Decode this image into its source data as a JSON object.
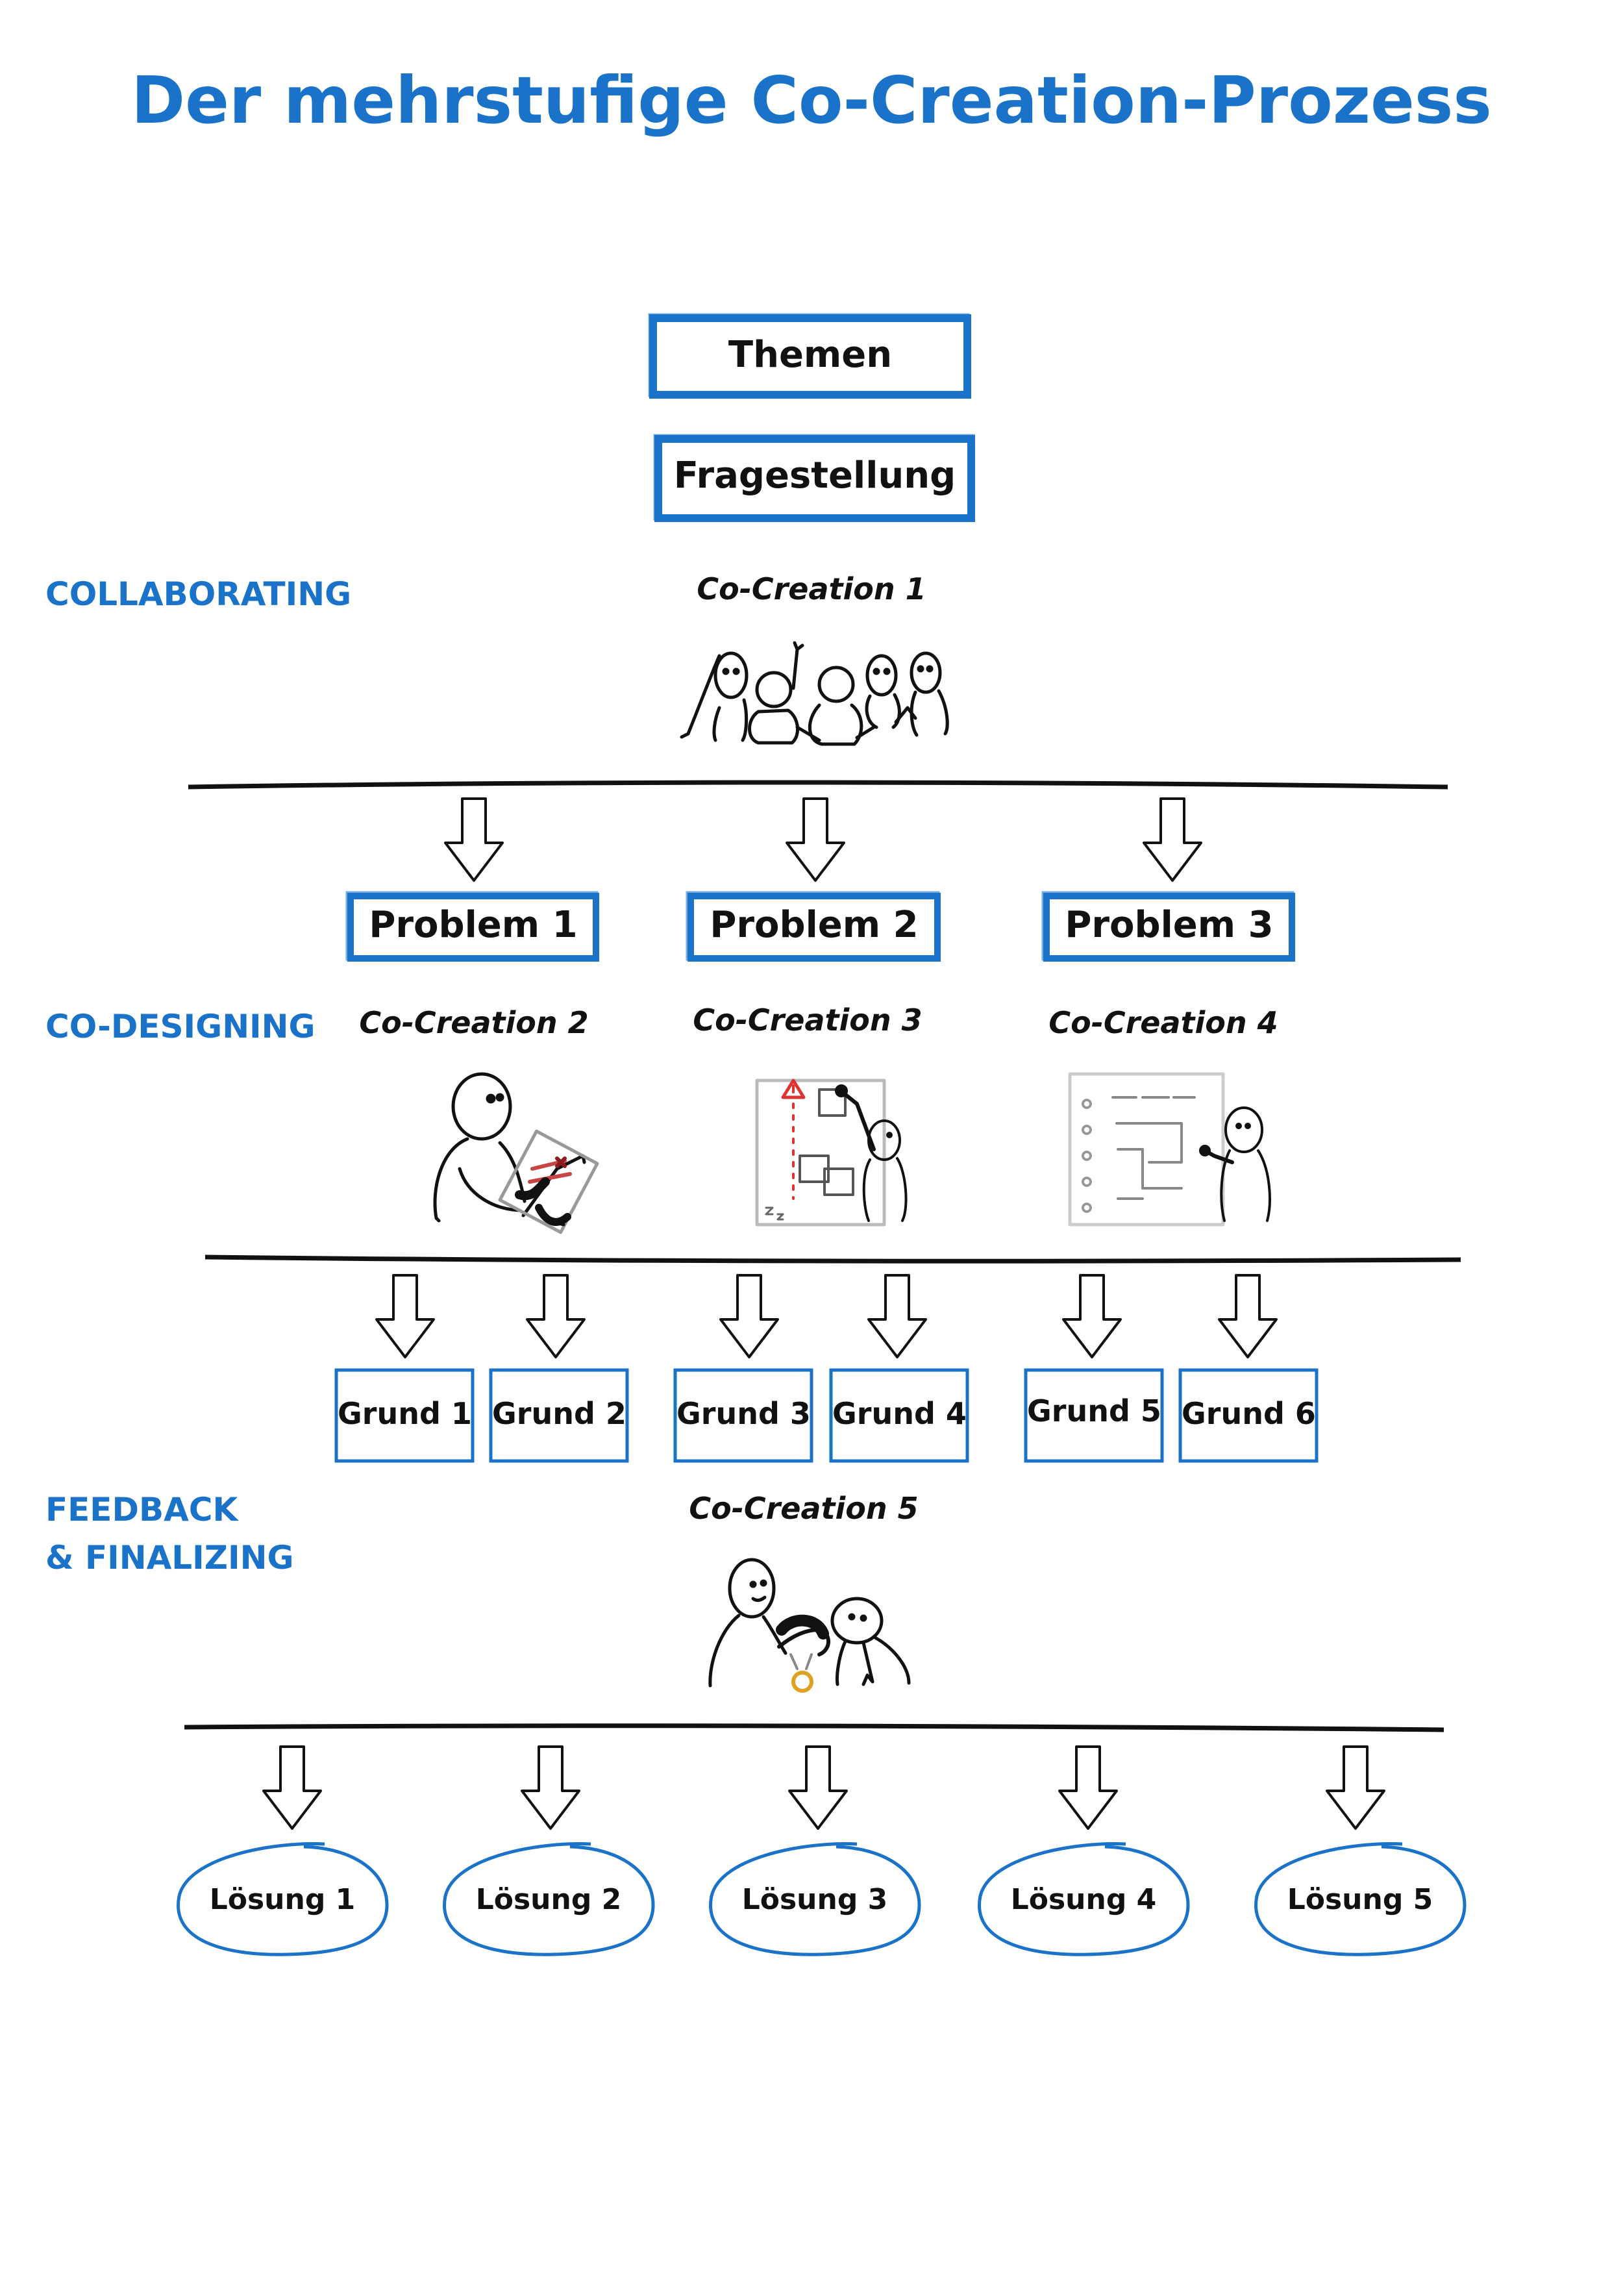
{
  "title": "Der mehrstufige Co-Creation-Prozess",
  "colors": {
    "accent": "#1a73c9",
    "ink": "#111111"
  },
  "top_boxes": [
    "Themen",
    "Fragestellung"
  ],
  "phases": {
    "collaborating": "COLLABORATING",
    "codesigning": "CO-DESIGNING",
    "feedback_line1": "FEEDBACK",
    "feedback_line2": "& FINALIZING"
  },
  "cocreations": [
    "Co-Creation 1",
    "Co-Creation 2",
    "Co-Creation 3",
    "Co-Creation 4",
    "Co-Creation 5"
  ],
  "problems": [
    "Problem 1",
    "Problem 2",
    "Problem 3"
  ],
  "gruende": [
    "Grund 1",
    "Grund 2",
    "Grund 3",
    "Grund 4",
    "Grund 5",
    "Grund 6"
  ],
  "loesungen": [
    "Lösung 1",
    "Lösung 2",
    "Lösung 3",
    "Lösung 4",
    "Lösung 5"
  ],
  "sketches": [
    "group-discussion-sketch",
    "person-with-clipboard-sketch",
    "person-at-todo-board-sketch",
    "person-at-flowchart-sketch",
    "award-medal-sketch"
  ]
}
